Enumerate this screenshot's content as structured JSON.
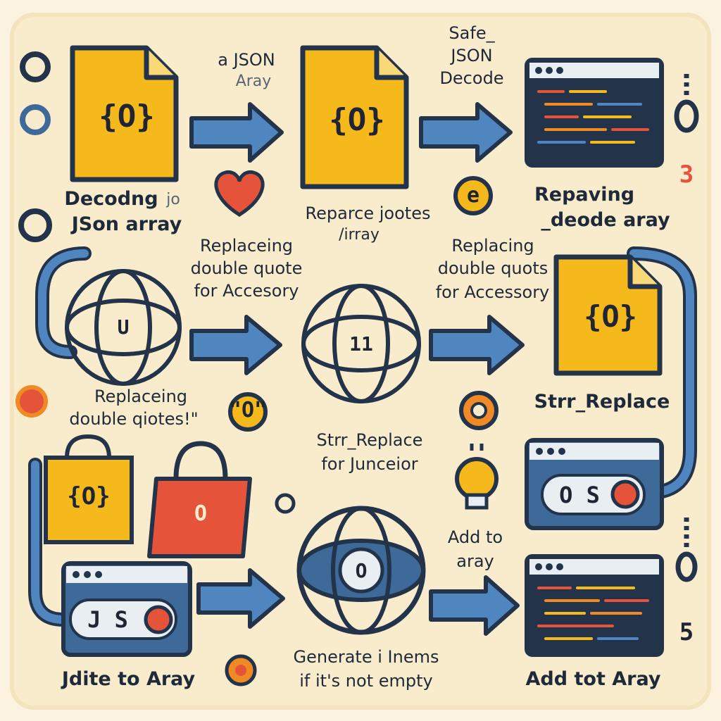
{
  "colors": {
    "background": "#f8eccc",
    "file_yellow": "#f5b91b",
    "arrow_blue": "#4f86c0",
    "outline_navy": "#233349",
    "window_blue": "#3d6a99",
    "accent_red": "#e4533a",
    "accent_orange": "#f08a24"
  },
  "labels": {
    "a_json_array": "a JSON",
    "a_json_array_2": "Aray",
    "safe_json_decode_1": "Safe_",
    "safe_json_decode_2": "JSON",
    "safe_json_decode_3": "Decode",
    "decoding_1": "Decodng",
    "decoding_1b": "jo",
    "decoding_2": "JSon array",
    "reparce_1": "Reparce jootes",
    "reparce_2": "/irray",
    "repaving_1": "Repaving",
    "repaving_2": "_deode aray",
    "replacing_a_1": "Replaceing",
    "replacing_a_2": "double quote",
    "replacing_a_3": "for Accesory",
    "replacing_b_1": "Replacing",
    "replacing_b_2": "double quots",
    "replacing_b_3": "for Accessory",
    "replacing_c_1": "Replaceing",
    "replacing_c_2": "double qiotes!\"",
    "str_replace_right": "Strr_Replace",
    "str_replace_mid_1": "Strr_Replace",
    "str_replace_mid_2": "for Junceior",
    "add_to_aray_1": "Add to",
    "add_to_aray_2": "aray",
    "generate_1": "Generate i Inems",
    "generate_2": "if it's not empty",
    "jdite": "Jdite to Aray",
    "add_tot": "Add tot Aray"
  },
  "glyphs": {
    "file_1": "{O}",
    "file_2": "{O}",
    "file_3": "{O}",
    "bag_file": "{O}",
    "bag_red": "O",
    "globe_1": "U",
    "globe_2": "11",
    "globe_3": "O",
    "window_os": "O S",
    "window_js": "J S",
    "coin_e": "e",
    "quote_o": "\"O\"",
    "side_3": "3",
    "side_5": "5"
  },
  "icons": [
    "file-icon",
    "arrow-icon",
    "globe-icon",
    "window-icon",
    "code-window-icon",
    "heart-icon",
    "shopping-bag-icon",
    "lightbulb-icon",
    "connector-pipe-icon"
  ]
}
